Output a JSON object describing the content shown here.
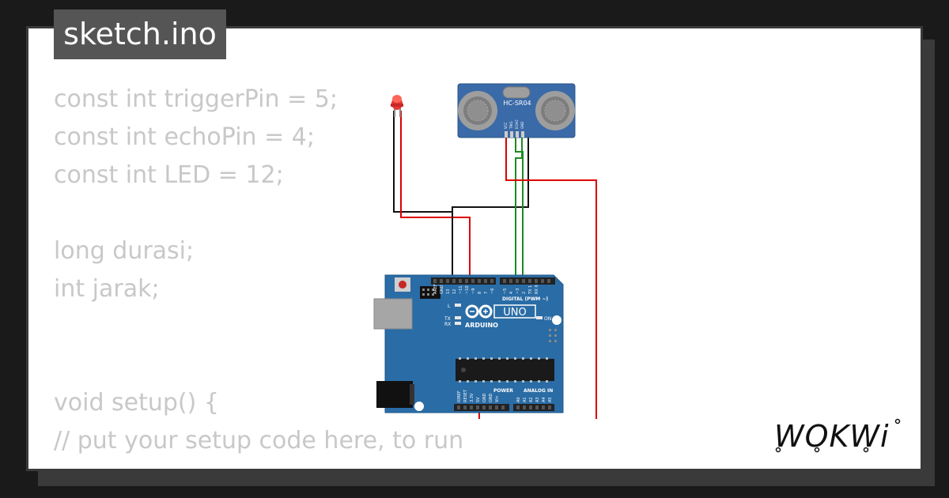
{
  "file_tab": {
    "label": "sketch.ino"
  },
  "code_lines": [
    "const int triggerPin = 5;",
    "const int echoPin = 4;",
    "const int LED = 12;",
    "",
    "long durasi;",
    "int jarak;",
    "",
    "",
    "void setup() {",
    "// put your setup code here, to run"
  ],
  "sensor": {
    "model": "HC-SR04",
    "pins": [
      "VCC",
      "TRIG",
      "ECHO",
      "GND"
    ]
  },
  "arduino": {
    "brand": "ARDUINO",
    "model": "UNO",
    "digital_label": "DIGITAL (PWM ~)",
    "power_label": "POWER",
    "analog_label": "ANALOG IN",
    "on_label": "ON",
    "l_label": "L",
    "tx_label": "TX",
    "rx_label": "RX",
    "top_pin_labels": [
      "AREF",
      "GND",
      "13",
      "12",
      "~11",
      "~10",
      "~9",
      "8",
      "7",
      "~6",
      "~5",
      "4",
      "~3",
      "2",
      "TX 1",
      "RX 0"
    ],
    "bottom_pin_labels": [
      "IOREF",
      "RESET",
      "3.3V",
      "5V",
      "GND",
      "GND",
      "Vin",
      "A0",
      "A1",
      "A2",
      "A3",
      "A4",
      "A5"
    ]
  },
  "logo": {
    "text": "WOKWi"
  },
  "colors": {
    "board": "#2a6ca5",
    "sensor": "#3a6aa8",
    "wire_red": "#dd0000",
    "wire_black": "#111111",
    "wire_green": "#1f8a1f",
    "led": "#e53935",
    "code_text": "#c8c8c8",
    "tab_bg": "#555555"
  }
}
